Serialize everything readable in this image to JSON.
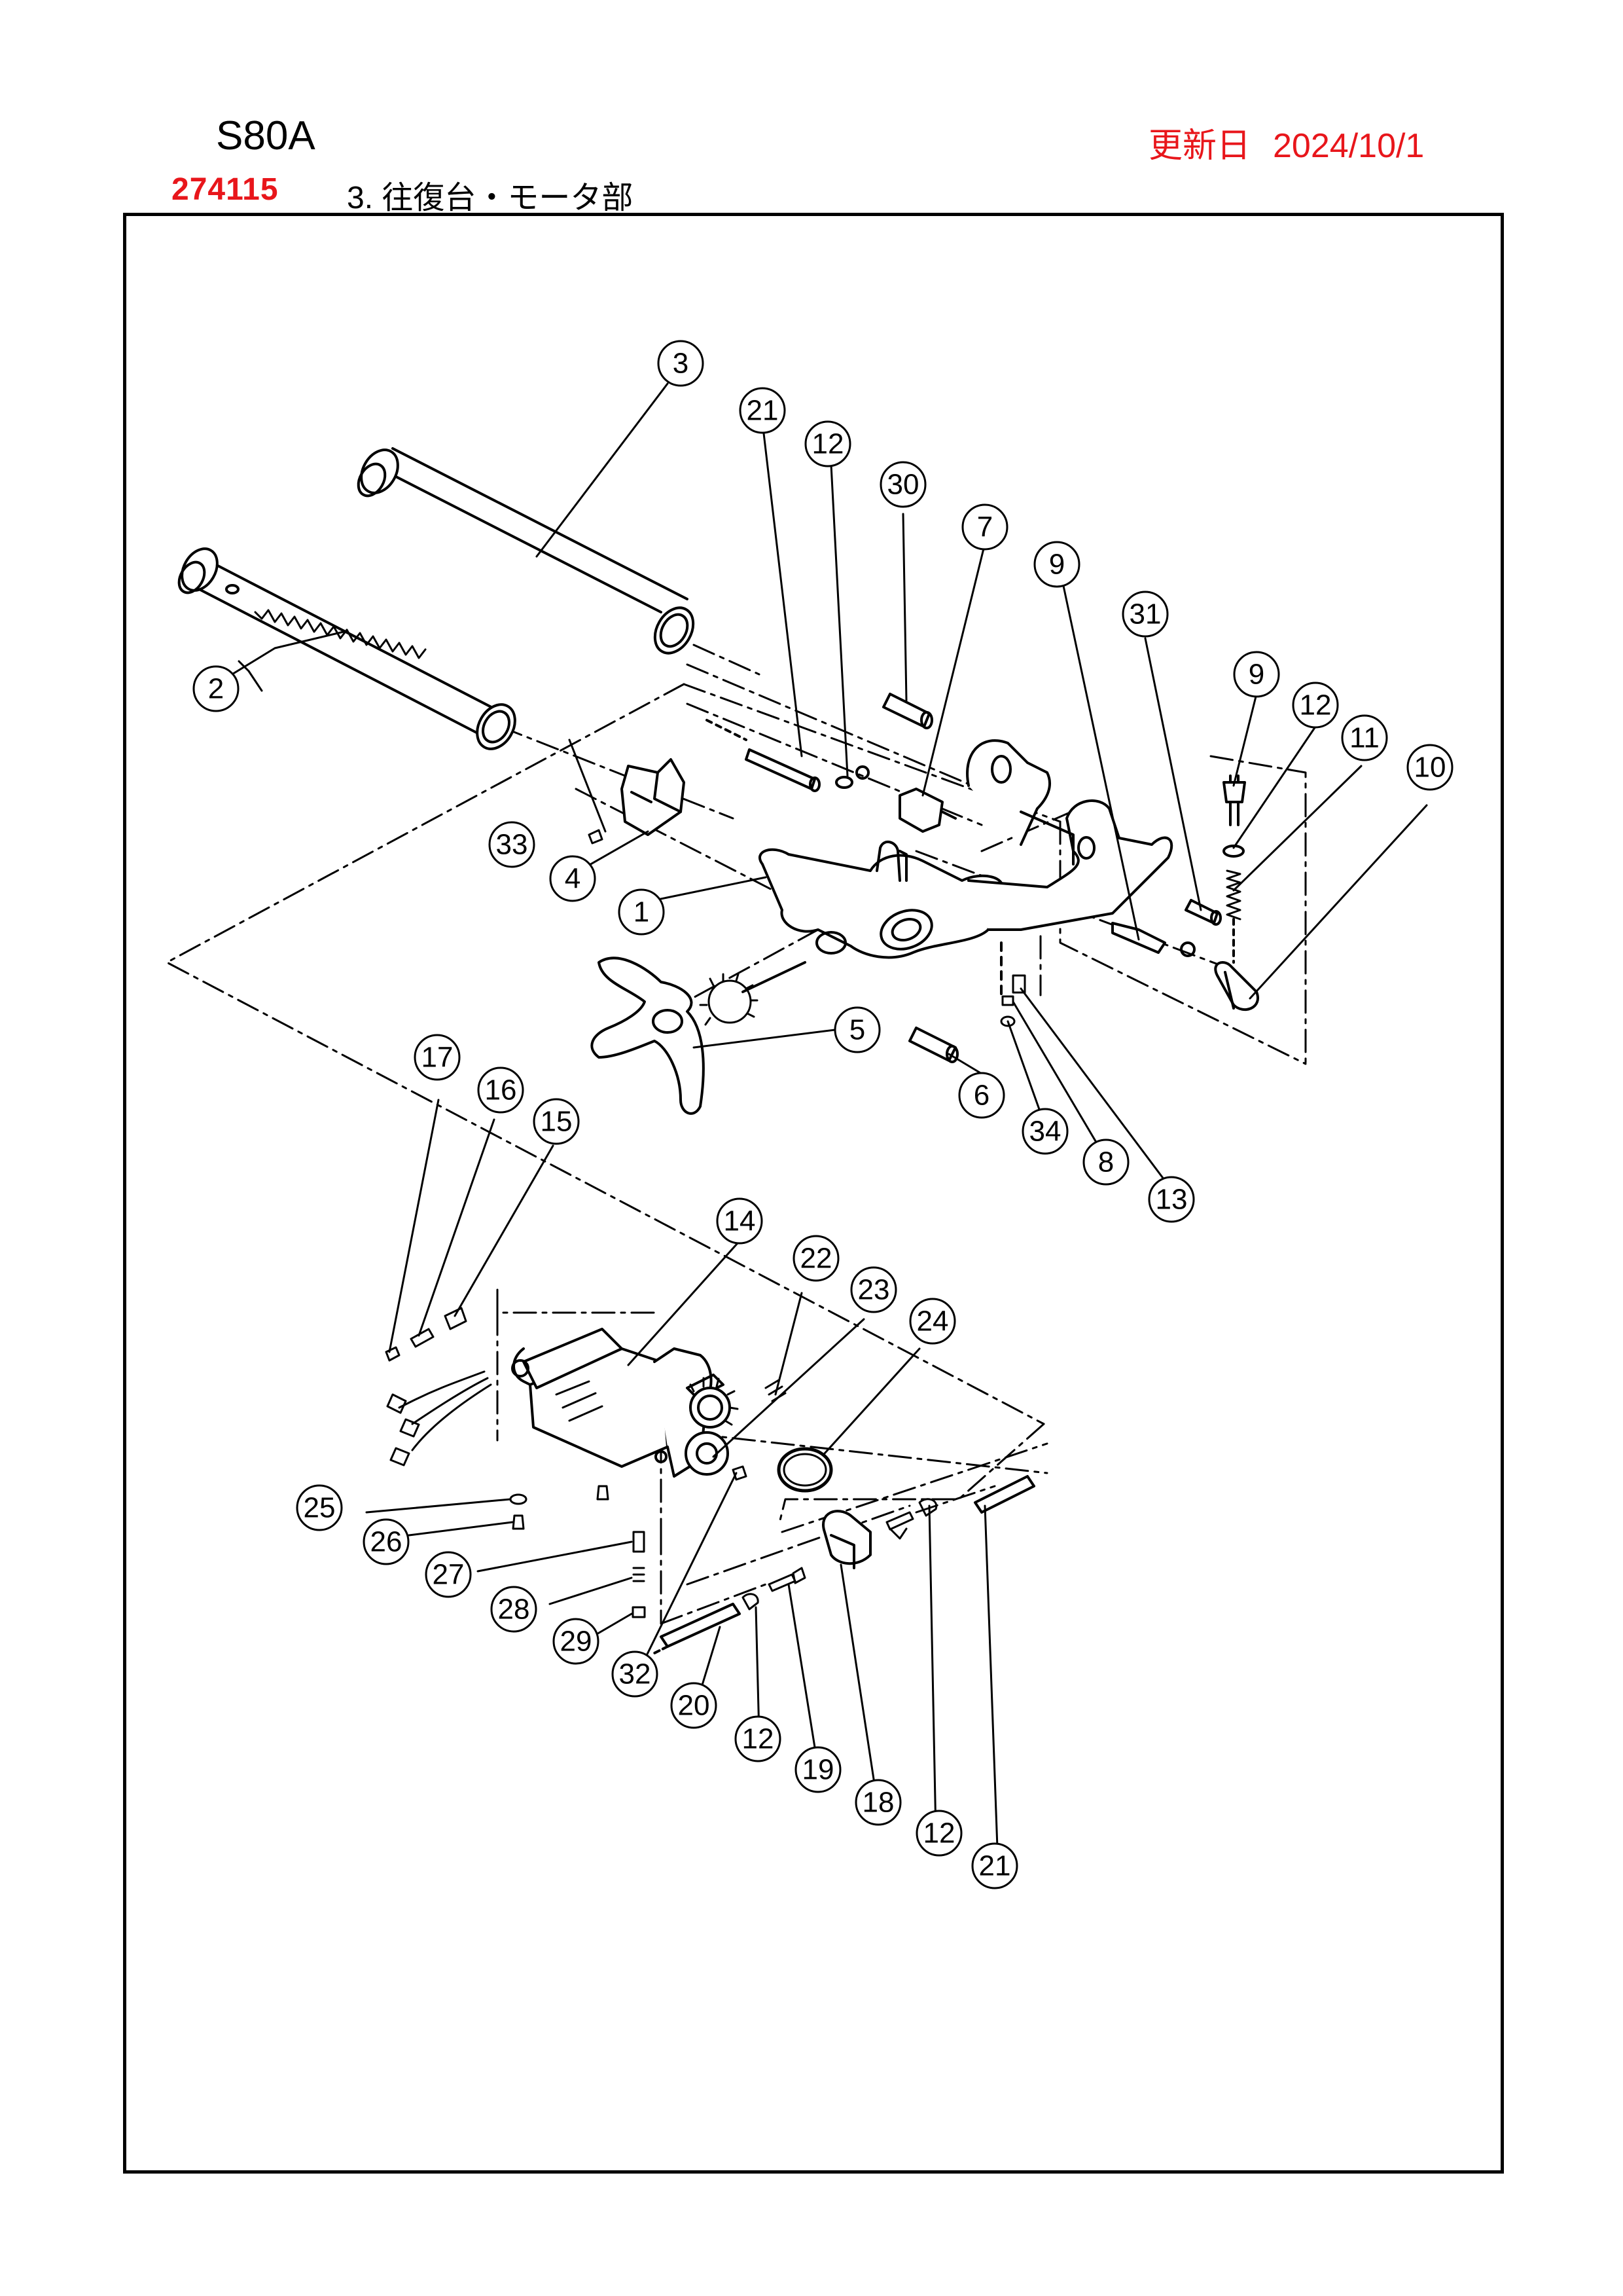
{
  "header": {
    "model": "S80A",
    "updated_label": "更新日",
    "updated_date": "2024/10/1",
    "part_code": "274115",
    "section_title": "3. 往復台・モータ部"
  },
  "callouts": {
    "p1": "1",
    "p2": "2",
    "p3": "3",
    "p4": "4",
    "p5": "5",
    "p6": "6",
    "p7": "7",
    "p8": "8",
    "p9a": "9",
    "p9b": "9",
    "p10": "10",
    "p11": "11",
    "p12a": "12",
    "p12b": "12",
    "p12c": "12",
    "p12d": "12",
    "p13": "13",
    "p14": "14",
    "p15": "15",
    "p16": "16",
    "p17": "17",
    "p18": "18",
    "p19": "19",
    "p20": "20",
    "p21a": "21",
    "p21b": "21",
    "p22": "22",
    "p23": "23",
    "p24": "24",
    "p25": "25",
    "p26": "26",
    "p27": "27",
    "p28": "28",
    "p29": "29",
    "p30": "30",
    "p31": "31",
    "p32": "32",
    "p33": "33",
    "p34": "34"
  },
  "colors": {
    "accent_red": "#e8161b",
    "line": "#000000"
  }
}
